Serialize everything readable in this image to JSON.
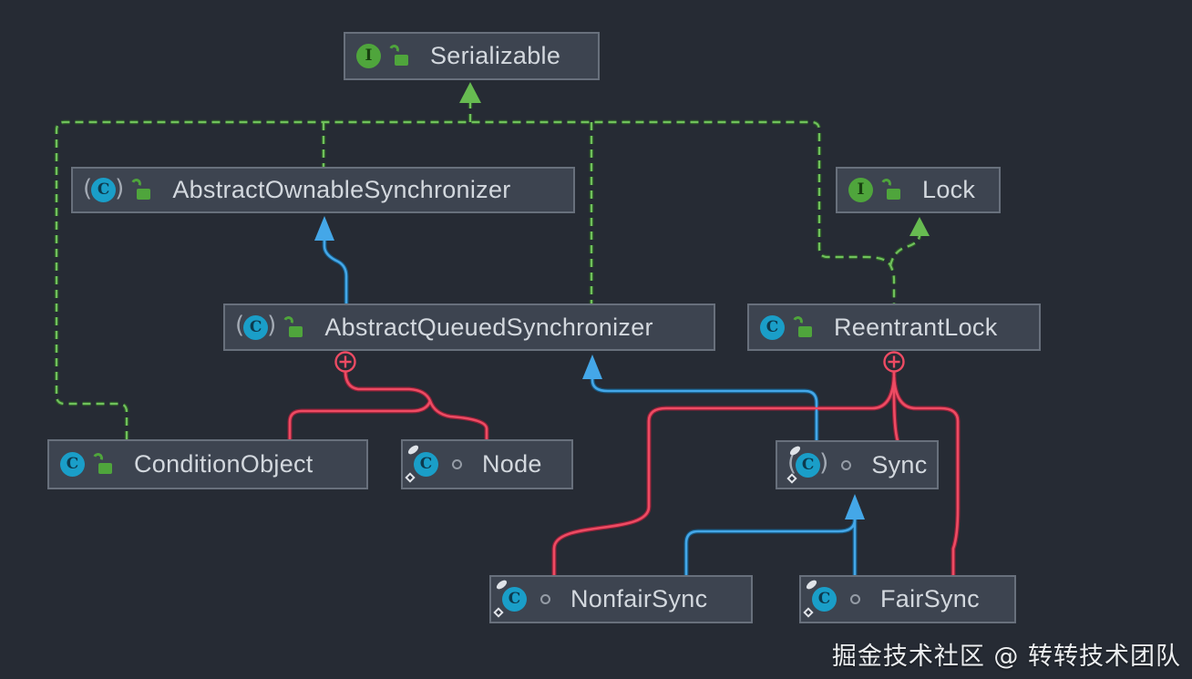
{
  "diagram_type": "uml-class-diagram",
  "nodes": [
    {
      "label": "Serializable",
      "kind": "interface",
      "visibility": "public"
    },
    {
      "label": "AbstractOwnableSynchronizer",
      "kind": "abstract-class",
      "visibility": "public"
    },
    {
      "label": "Lock",
      "kind": "interface",
      "visibility": "public"
    },
    {
      "label": "AbstractQueuedSynchronizer",
      "kind": "abstract-class",
      "visibility": "public"
    },
    {
      "label": "ReentrantLock",
      "kind": "class",
      "visibility": "public"
    },
    {
      "label": "ConditionObject",
      "kind": "class",
      "visibility": "public"
    },
    {
      "label": "Node",
      "kind": "static-class",
      "visibility": "package-private"
    },
    {
      "label": "Sync",
      "kind": "abstract-static-class",
      "visibility": "package-private"
    },
    {
      "label": "NonfairSync",
      "kind": "static-class",
      "visibility": "package-private"
    },
    {
      "label": "FairSync",
      "kind": "static-class",
      "visibility": "package-private"
    }
  ],
  "edges": [
    {
      "from": "AbstractOwnableSynchronizer",
      "to": "Serializable",
      "type": "implements"
    },
    {
      "from": "AbstractQueuedSynchronizer",
      "to": "Serializable",
      "type": "implements"
    },
    {
      "from": "ConditionObject",
      "to": "Serializable",
      "type": "implements"
    },
    {
      "from": "ReentrantLock",
      "to": "Serializable",
      "type": "implements"
    },
    {
      "from": "ReentrantLock",
      "to": "Lock",
      "type": "implements"
    },
    {
      "from": "AbstractQueuedSynchronizer",
      "to": "AbstractOwnableSynchronizer",
      "type": "extends"
    },
    {
      "from": "Sync",
      "to": "AbstractQueuedSynchronizer",
      "type": "extends"
    },
    {
      "from": "NonfairSync",
      "to": "Sync",
      "type": "extends"
    },
    {
      "from": "FairSync",
      "to": "Sync",
      "type": "extends"
    },
    {
      "from": "AbstractQueuedSynchronizer",
      "to": "ConditionObject",
      "type": "inner-class"
    },
    {
      "from": "AbstractQueuedSynchronizer",
      "to": "Node",
      "type": "inner-class"
    },
    {
      "from": "ReentrantLock",
      "to": "Sync",
      "type": "inner-class"
    },
    {
      "from": "ReentrantLock",
      "to": "NonfairSync",
      "type": "inner-class"
    },
    {
      "from": "ReentrantLock",
      "to": "FairSync",
      "type": "inner-class"
    }
  ],
  "icons": {
    "interface": "green-circle-I-icon",
    "class": "blue-circle-C-icon",
    "abstract": "parentheses-around-class-icon",
    "static": "white-oval-and-diamond-overlay",
    "public": "green-open-padlock-icon",
    "package_private": "gray-hollow-dot-icon"
  },
  "colors": {
    "background": "#262b34",
    "node_fill": "#3d4450",
    "node_border": "#68707c",
    "label_text": "#d3d8de",
    "implements_line_green": "#70c15c",
    "extends_line_blue": "#44a7e8",
    "inner_class_line_red": "#ee4b63",
    "interface_icon_green": "#4fa53c",
    "class_icon_blue": "#1a9ec8",
    "watermark_text": "#eceef0"
  },
  "watermark": "掘金技术社区 @ 转转技术团队"
}
